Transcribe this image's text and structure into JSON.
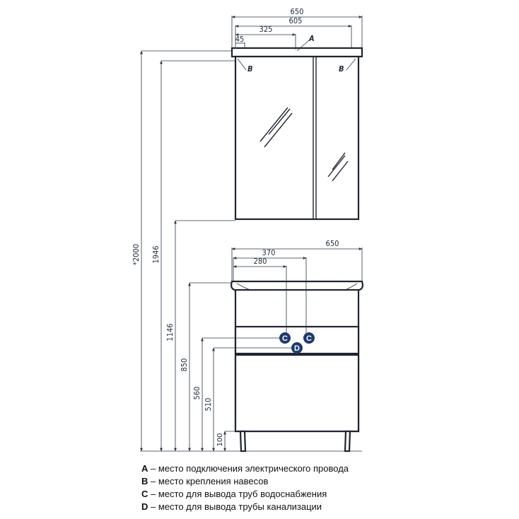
{
  "dims": {
    "top_width": "650",
    "top_inner": "605",
    "top_325": "325",
    "top_45": "45",
    "bottom_width": "650",
    "bottom_370": "370",
    "bottom_280": "280",
    "h_2000": "*2000",
    "h_1946": "1946",
    "h_1146": "1146",
    "h_850": "850",
    "h_560": "560",
    "h_510": "510",
    "h_100": "100"
  },
  "markers": {
    "a": "A",
    "b": "B",
    "c": "C",
    "d": "D"
  },
  "colors": {
    "marker": "#1e3a6e",
    "line": "#2a3644"
  },
  "legend": [
    {
      "key": "A",
      "text": " – место подключения электрического провода"
    },
    {
      "key": "B",
      "text": " – место крепления навесов"
    },
    {
      "key": "C",
      "text": " – место для вывода труб водоснабжения"
    },
    {
      "key": "D",
      "text": " – место для вывода трубы канализации"
    }
  ]
}
